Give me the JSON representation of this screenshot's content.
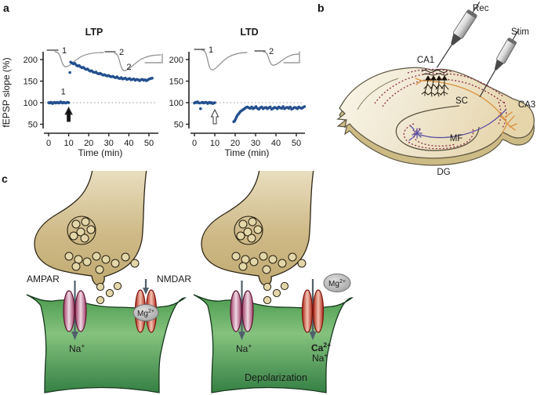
{
  "panels": {
    "a_label": "a",
    "b_label": "b",
    "c_label": "c"
  },
  "chart_data": [
    {
      "type": "scatter",
      "title": "LTP",
      "xlabel": "Time (min)",
      "ylabel": "fEPSP slope (%)",
      "xlim": [
        0,
        52
      ],
      "ylim": [
        50,
        215
      ],
      "xticks": [
        0,
        10,
        20,
        30,
        40,
        50
      ],
      "yticks": [
        50,
        100,
        150,
        200
      ],
      "baseline": 100,
      "grid": false,
      "arrow": {
        "t": 10,
        "style": "filled"
      },
      "annotations": [
        {
          "text": "1",
          "t": 7.3,
          "v": 119
        },
        {
          "text": "2",
          "t": 40,
          "v": 176
        }
      ],
      "insets": {
        "label1": "1",
        "label2": "2"
      },
      "points": [
        [
          0,
          100
        ],
        [
          0.5,
          99
        ],
        [
          1,
          101
        ],
        [
          1.5,
          100
        ],
        [
          2,
          98
        ],
        [
          2.5,
          100
        ],
        [
          3,
          101
        ],
        [
          3.5,
          99
        ],
        [
          4,
          100
        ],
        [
          4.5,
          101
        ],
        [
          5,
          99
        ],
        [
          5.5,
          100
        ],
        [
          6,
          102
        ],
        [
          6.5,
          100
        ],
        [
          7,
          99
        ],
        [
          7.5,
          101
        ],
        [
          8,
          100
        ],
        [
          8.5,
          99
        ],
        [
          9,
          100
        ],
        [
          9.5,
          101
        ],
        [
          10,
          100
        ],
        [
          10.6,
          170
        ],
        [
          11,
          194
        ],
        [
          11.7,
          192
        ],
        [
          12.4,
          190
        ],
        [
          13.1,
          191
        ],
        [
          13.8,
          187
        ],
        [
          14.5,
          185
        ],
        [
          15.2,
          186
        ],
        [
          15.9,
          183
        ],
        [
          16.6,
          181
        ],
        [
          17.3,
          182
        ],
        [
          18,
          179
        ],
        [
          18.7,
          177
        ],
        [
          19.4,
          178
        ],
        [
          20.1,
          175
        ],
        [
          20.8,
          173
        ],
        [
          21.5,
          174
        ],
        [
          22.2,
          171
        ],
        [
          22.9,
          170
        ],
        [
          23.6,
          171
        ],
        [
          24.3,
          168
        ],
        [
          25,
          167
        ],
        [
          25.7,
          168
        ],
        [
          26.4,
          166
        ],
        [
          27.1,
          164
        ],
        [
          27.8,
          165
        ],
        [
          28.5,
          163
        ],
        [
          29.2,
          162
        ],
        [
          29.9,
          163
        ],
        [
          30.6,
          161
        ],
        [
          31.3,
          160
        ],
        [
          32,
          161
        ],
        [
          32.7,
          159
        ],
        [
          33.4,
          158
        ],
        [
          34.1,
          160
        ],
        [
          34.8,
          157
        ],
        [
          35.5,
          156
        ],
        [
          36.2,
          158
        ],
        [
          36.9,
          155
        ],
        [
          37.6,
          156
        ],
        [
          38.3,
          157
        ],
        [
          39,
          154
        ],
        [
          39.7,
          155
        ],
        [
          40.4,
          156
        ],
        [
          41.1,
          153
        ],
        [
          41.8,
          154
        ],
        [
          42.5,
          155
        ],
        [
          43.2,
          152
        ],
        [
          43.9,
          154
        ],
        [
          44.6,
          153
        ],
        [
          45.3,
          151
        ],
        [
          46,
          153
        ],
        [
          46.7,
          154
        ],
        [
          47.4,
          152
        ],
        [
          48.1,
          153
        ],
        [
          48.8,
          151
        ],
        [
          49.5,
          153
        ],
        [
          50.2,
          155
        ],
        [
          50.9,
          156
        ],
        [
          51.6,
          157
        ]
      ]
    },
    {
      "type": "scatter",
      "title": "LTD",
      "xlabel": "Time (min)",
      "xlim": [
        0,
        54
      ],
      "ylim": [
        50,
        215
      ],
      "xticks": [
        0,
        10,
        20,
        30,
        40,
        50
      ],
      "yticks": [
        50,
        100,
        150,
        200
      ],
      "baseline": 100,
      "grid": false,
      "arrow": {
        "t": 10,
        "style": "open"
      },
      "annotations": [],
      "insets": {
        "label1": "1",
        "label2": "2"
      },
      "points": [
        [
          0,
          99
        ],
        [
          0.5,
          101
        ],
        [
          1,
          100
        ],
        [
          1.5,
          102
        ],
        [
          2,
          100
        ],
        [
          2.5,
          99
        ],
        [
          3,
          86
        ],
        [
          3.5,
          100
        ],
        [
          4,
          101
        ],
        [
          4.5,
          99
        ],
        [
          5,
          100
        ],
        [
          5.5,
          101
        ],
        [
          6,
          100
        ],
        [
          6.5,
          98
        ],
        [
          7,
          100
        ],
        [
          7.5,
          101
        ],
        [
          8,
          99
        ],
        [
          8.5,
          100
        ],
        [
          9,
          98
        ],
        [
          9.5,
          99
        ],
        [
          10,
          100
        ],
        [
          19.3,
          56
        ],
        [
          19.8,
          58
        ],
        [
          20.2,
          62
        ],
        [
          20.6,
          66
        ],
        [
          21,
          70
        ],
        [
          21.5,
          73
        ],
        [
          22,
          76
        ],
        [
          22.5,
          79
        ],
        [
          23,
          81
        ],
        [
          23.6,
          83
        ],
        [
          24.2,
          85
        ],
        [
          24.8,
          87
        ],
        [
          25.4,
          89
        ],
        [
          26,
          90
        ],
        [
          26.7,
          88
        ],
        [
          27.4,
          87
        ],
        [
          28.1,
          90
        ],
        [
          28.8,
          86
        ],
        [
          29.5,
          88
        ],
        [
          30.2,
          91
        ],
        [
          30.9,
          87
        ],
        [
          31.6,
          85
        ],
        [
          32.3,
          88
        ],
        [
          33,
          90
        ],
        [
          33.7,
          86
        ],
        [
          34.4,
          88
        ],
        [
          35.1,
          89
        ],
        [
          35.8,
          86
        ],
        [
          36.5,
          88
        ],
        [
          37.2,
          90
        ],
        [
          37.9,
          85
        ],
        [
          38.6,
          87
        ],
        [
          39.3,
          89
        ],
        [
          40,
          88
        ],
        [
          40.7,
          86
        ],
        [
          41.4,
          90
        ],
        [
          42.1,
          88
        ],
        [
          42.8,
          87
        ],
        [
          43.5,
          91
        ],
        [
          44.2,
          86
        ],
        [
          44.9,
          88
        ],
        [
          45.6,
          89
        ],
        [
          46.3,
          87
        ],
        [
          47,
          90
        ],
        [
          47.7,
          85
        ],
        [
          48.4,
          87
        ],
        [
          49.1,
          89
        ],
        [
          49.8,
          88
        ],
        [
          50.5,
          86
        ],
        [
          51.2,
          90
        ],
        [
          51.9,
          88
        ],
        [
          52.6,
          87
        ],
        [
          53.3,
          89
        ],
        [
          54,
          91
        ]
      ]
    }
  ],
  "panel_b": {
    "labels": {
      "rec": "Rec",
      "stim": "Stim",
      "ca1": "CA1",
      "sc": "SC",
      "ca3": "CA3",
      "mf": "MF",
      "dg": "DG"
    }
  },
  "panel_c": {
    "receptor_labels": {
      "ampar": "AMPAR",
      "nmdar": "NMDAR"
    },
    "ions": {
      "na": {
        "base": "Na",
        "sup": "+"
      },
      "ca": {
        "base": "Ca",
        "sup": "2+"
      },
      "mg": {
        "base": "Mg",
        "sup": "2+"
      }
    },
    "depolarization": "Depolarization"
  },
  "colors": {
    "data_point": "#234f8e",
    "baseline_dotted": "#9a9a9a",
    "pathway_dotted": "#8e2f4a",
    "orange_fiber": "#d9913f",
    "purple_neuron": "#5a4fa2",
    "slice_fill": "#f0e8d2",
    "slice_side": "#cdbb85",
    "presynaptic": "#cbb57e",
    "postsynaptic": "#4f9d52",
    "ampar": "#9c3b63",
    "nmdar": "#b42a1c",
    "mg_ion": "#bfbfbf",
    "arrow_slate": "#50616b",
    "depolarization_text": "#9e2b25"
  }
}
